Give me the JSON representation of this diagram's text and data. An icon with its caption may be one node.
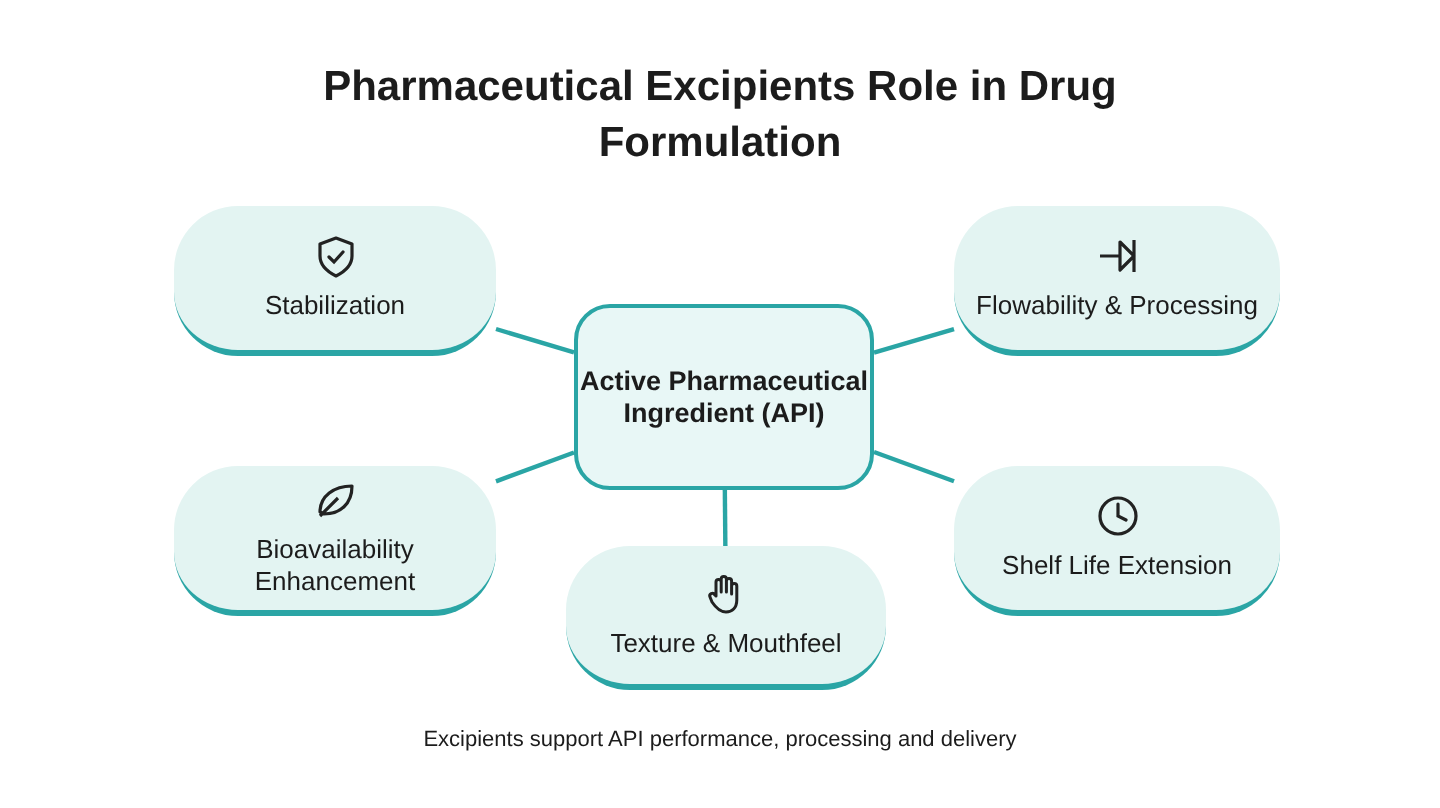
{
  "diagram": {
    "title": "Pharmaceutical Excipients Role in Drug Formulation",
    "caption": "Excipients support API performance, processing and delivery",
    "nodes": [
      {
        "text": [
          "Stabilization"
        ]
      },
      {
        "text": [
          "Flowability & Processing"
        ]
      },
      {
        "text": [
          "Active Pharmaceutical Ingredient (API)"
        ]
      },
      {
        "text": [
          "Bioavailability Enhancement"
        ]
      },
      {
        "text": [
          "Shelf Life Extension"
        ]
      },
      {
        "text": [
          "Texture & Mouthfeel"
        ]
      }
    ],
    "edges": [
      {
        "from": 2,
        "to": 0,
        "arrow": "none"
      },
      {
        "from": 2,
        "to": 1,
        "arrow": "none"
      },
      {
        "from": 2,
        "to": 3,
        "arrow": "none"
      },
      {
        "from": 2,
        "to": 4,
        "arrow": "none"
      },
      {
        "from": 2,
        "to": 5,
        "arrow": "none"
      }
    ]
  }
}
